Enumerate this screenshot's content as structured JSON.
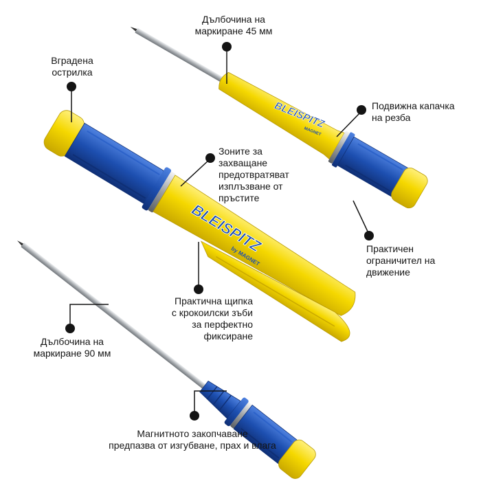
{
  "callouts": {
    "depth_45": "Дълбочина на\nмаркиране 45 мм",
    "sharpener": "Вградена\nострилка",
    "movable_cap": "Подвижна капачка\nна резба",
    "grip_zones": "Зоните за\nзахващане\nпредотвратяват\nизплъзване от\nпръстите",
    "travel_stop": "Практичен\nограничител на\nдвижение",
    "crocodile_clip": "Практична щипка\nс крокоилски зъби\nза перфектно\nфиксиране",
    "depth_90": "Дълбочина на\nмаркиране 90 мм",
    "magnetic_lock": "Магнитното закопчаване\nпредпазва от изгубване, прах и влага"
  },
  "product": {
    "brand": "BLEISPITZ",
    "by": "by",
    "maker": "MAGNET"
  },
  "colors": {
    "yellow": "#f5d800",
    "yellow_dark": "#d9b800",
    "blue": "#1d4fb0",
    "blue_dark": "#123a85",
    "steel": "#b9bcbf",
    "callout": "#141414"
  }
}
